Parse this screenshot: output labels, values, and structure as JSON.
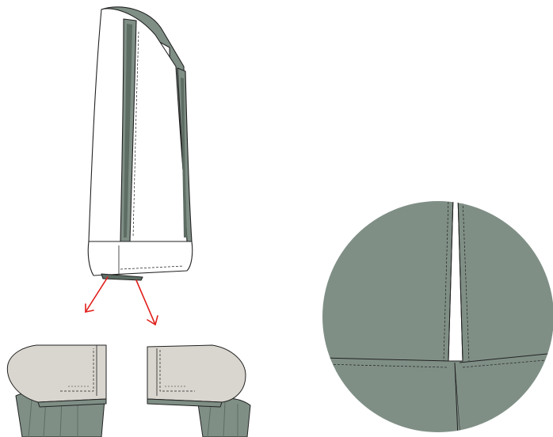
{
  "illustration": {
    "panels": [
      {
        "id": "sleeve",
        "description_key": "sleeve-with-cuff"
      },
      {
        "id": "cuff-detail-left",
        "description_key": "cuff-corner-left"
      },
      {
        "id": "cuff-detail-right",
        "description_key": "cuff-corner-right"
      },
      {
        "id": "seam-closeup",
        "description_key": "circular-seam-magnifier"
      }
    ],
    "colors": {
      "fabric_green": "#7f8f86",
      "fabric_green_dark": "#5d6d64",
      "fabric_light": "#d9d6cf",
      "paper_white": "#ffffff",
      "outline": "#222222",
      "arrow_red": "#e0201c"
    },
    "icons": [
      "arrow-down-left-icon",
      "arrow-down-right-icon"
    ]
  }
}
